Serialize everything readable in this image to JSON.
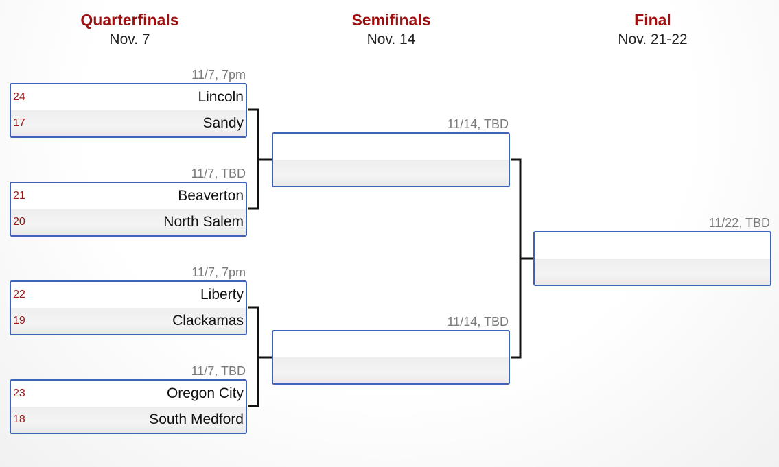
{
  "rounds": [
    {
      "title": "Quarterfinals",
      "date": "Nov. 7"
    },
    {
      "title": "Semifinals",
      "date": "Nov. 14"
    },
    {
      "title": "Final",
      "date": "Nov. 21-22"
    }
  ],
  "quarterfinals": [
    {
      "time": "11/7, 7pm",
      "team1": {
        "seed": "24",
        "name": "Lincoln"
      },
      "team2": {
        "seed": "17",
        "name": "Sandy"
      }
    },
    {
      "time": "11/7, TBD",
      "team1": {
        "seed": "21",
        "name": "Beaverton"
      },
      "team2": {
        "seed": "20",
        "name": "North Salem"
      }
    },
    {
      "time": "11/7, 7pm",
      "team1": {
        "seed": "22",
        "name": "Liberty"
      },
      "team2": {
        "seed": "19",
        "name": "Clackamas"
      }
    },
    {
      "time": "11/7, TBD",
      "team1": {
        "seed": "23",
        "name": "Oregon City"
      },
      "team2": {
        "seed": "18",
        "name": "South Medford"
      }
    }
  ],
  "semifinals": [
    {
      "time": "11/14, TBD",
      "team1": {
        "seed": "",
        "name": ""
      },
      "team2": {
        "seed": "",
        "name": ""
      }
    },
    {
      "time": "11/14, TBD",
      "team1": {
        "seed": "",
        "name": ""
      },
      "team2": {
        "seed": "",
        "name": ""
      }
    }
  ],
  "final": {
    "time": "11/22, TBD",
    "team1": {
      "seed": "",
      "name": ""
    },
    "team2": {
      "seed": "",
      "name": ""
    }
  },
  "colors": {
    "round_title": "#9b1111",
    "seed": "#a01515",
    "box_border": "#3f63b8",
    "connector": "#111111",
    "time_text": "#7a7a7a"
  }
}
